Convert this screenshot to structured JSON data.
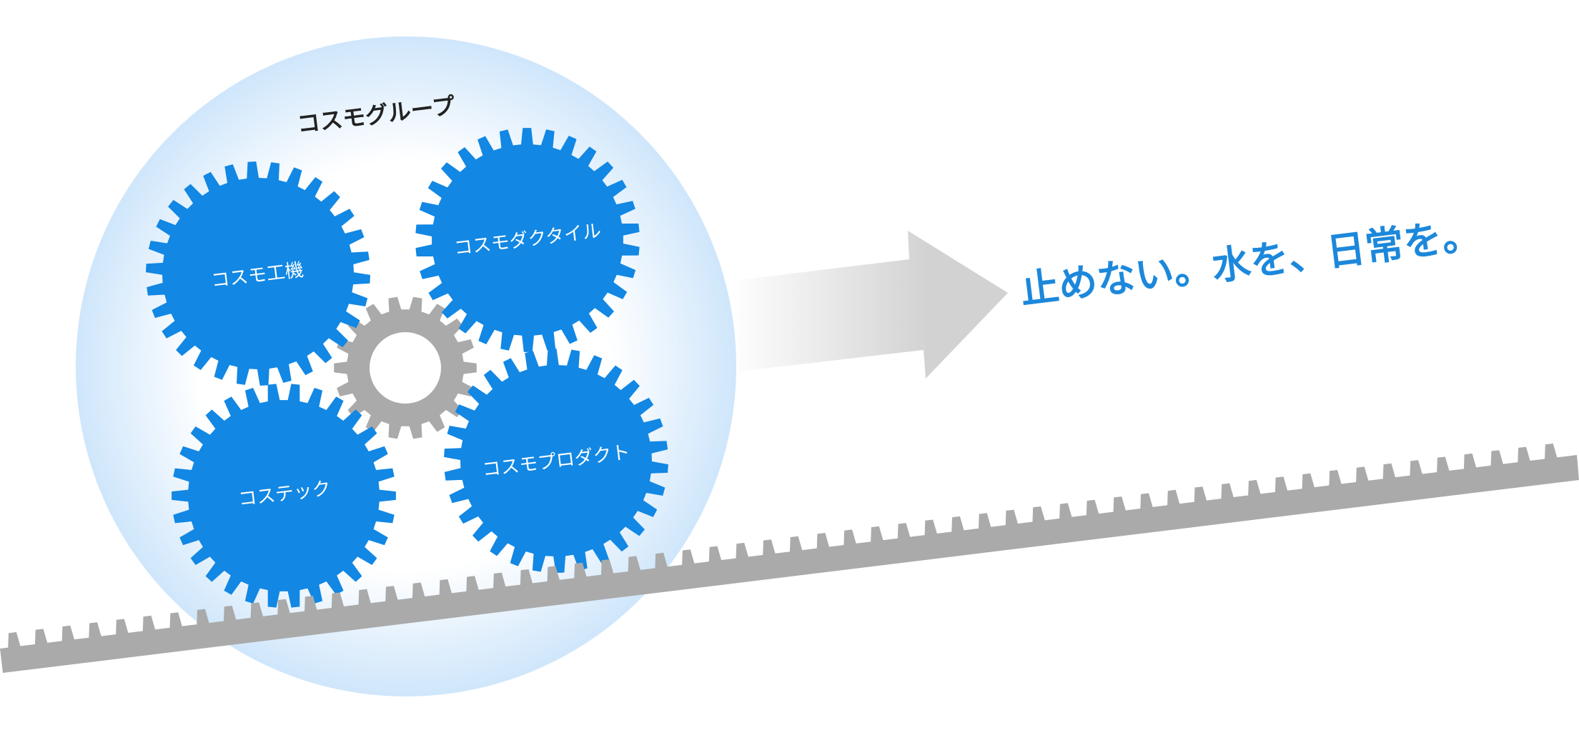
{
  "group": {
    "title": "コスモグループ",
    "companies": [
      {
        "name": "コスモ工機"
      },
      {
        "name": "コスモダクタイル"
      },
      {
        "name": "コステック"
      },
      {
        "name": "コスモプロダクト"
      }
    ]
  },
  "slogan": "止めない。水を、日常を。",
  "colors": {
    "gear_blue": "#1287e3",
    "gear_gray": "#aaaaaa",
    "rack_gray": "#aaaaaa",
    "slogan_blue": "#1c88db",
    "circle_glow": "#cfe6fb",
    "arrow_gray": "#d2d2d2"
  },
  "icons": {
    "company_gear": "gear-icon",
    "center_gear": "gear-icon",
    "rack": "gear-rack",
    "arrow": "arrow-right-icon"
  }
}
